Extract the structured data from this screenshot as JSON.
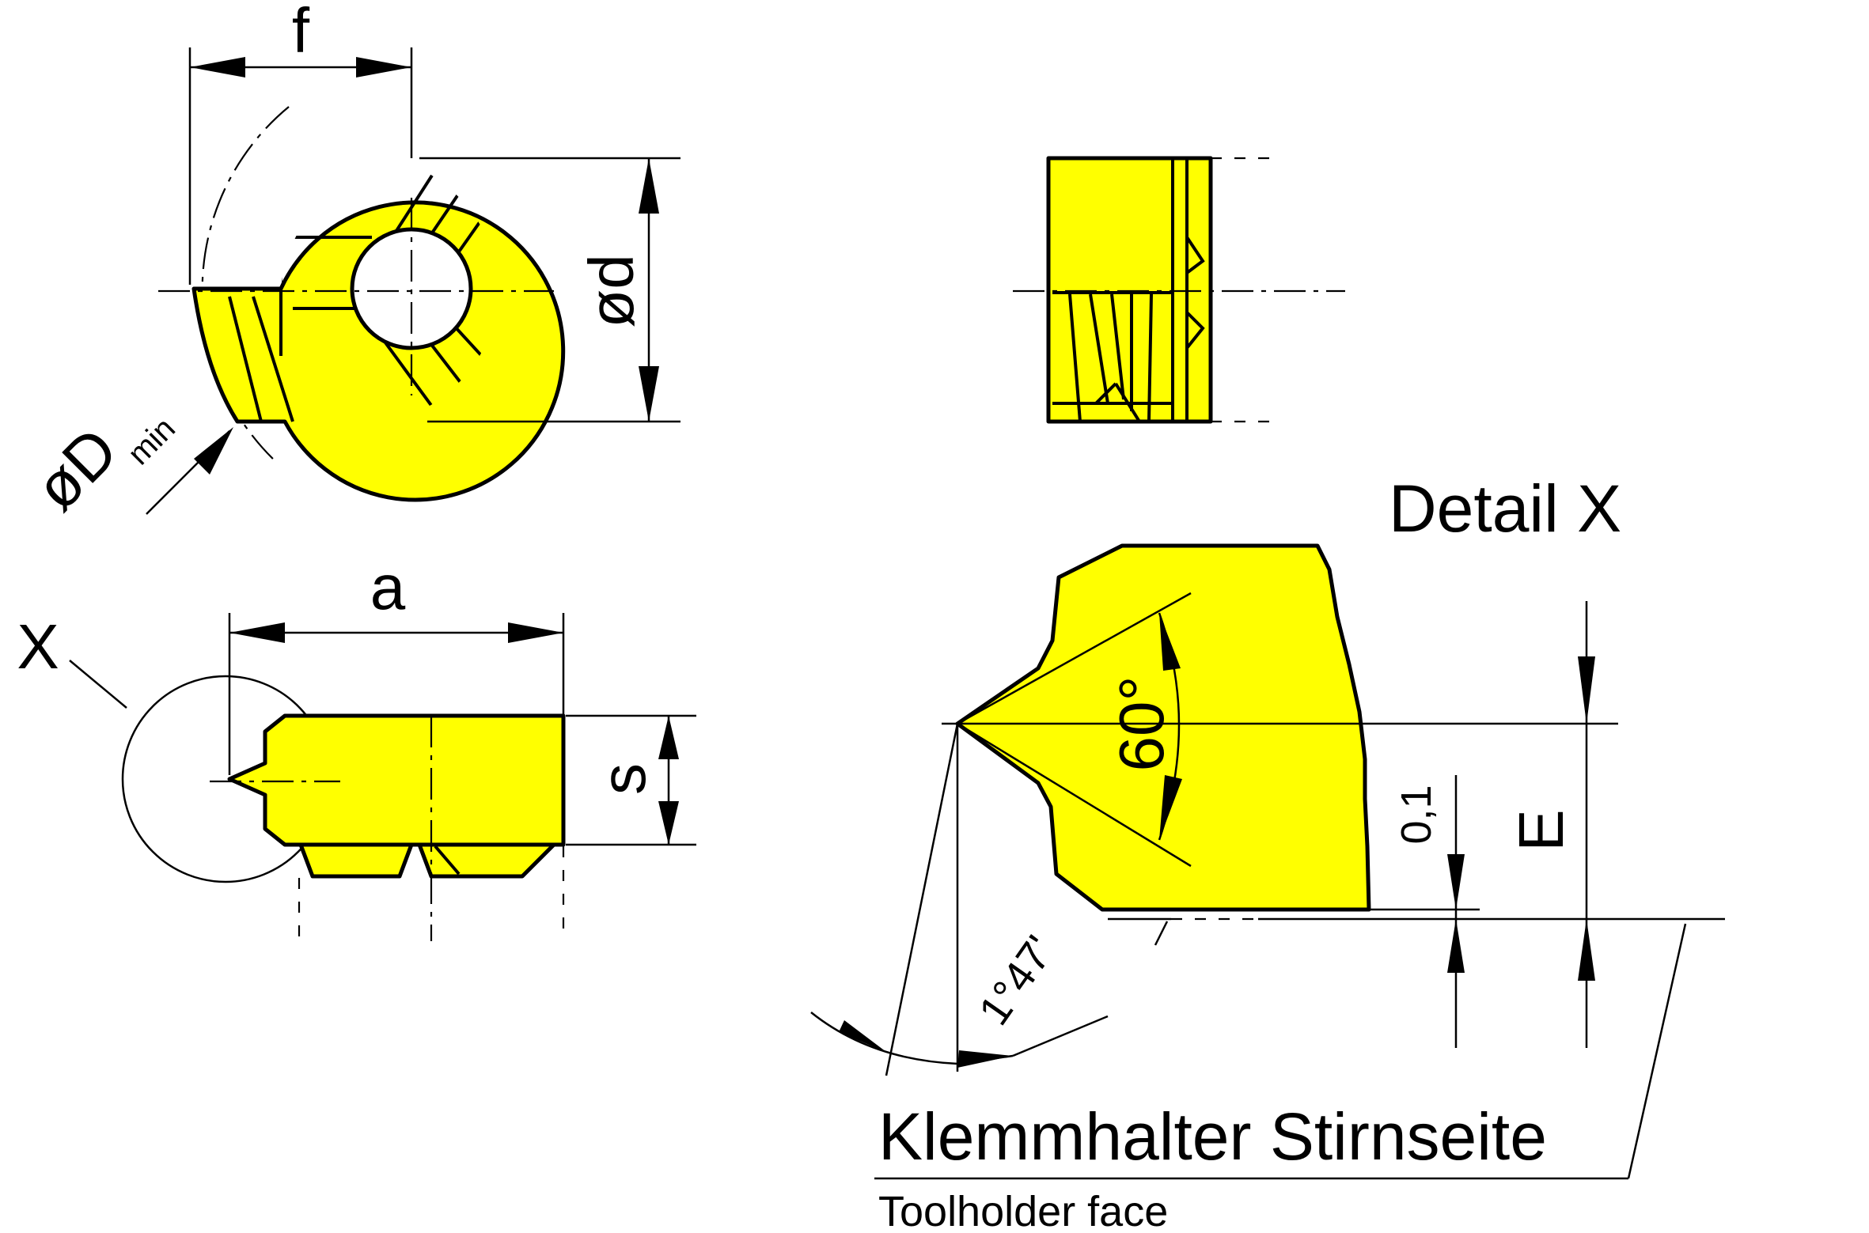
{
  "labels": {
    "f": "f",
    "d": "ød",
    "D": "øD",
    "D_sub": "min",
    "a": "a",
    "s": "s",
    "x": "X",
    "detail_title": "Detail X",
    "angle_60": "60°",
    "offset": "0,1",
    "e": "E",
    "angle_small": "1°47'",
    "caption_de": "Klemmhalter Stirnseite",
    "caption_en": "Toolholder face"
  },
  "colors": {
    "part_fill": "#ffff00",
    "line": "#000000",
    "background": "#ffffff"
  }
}
